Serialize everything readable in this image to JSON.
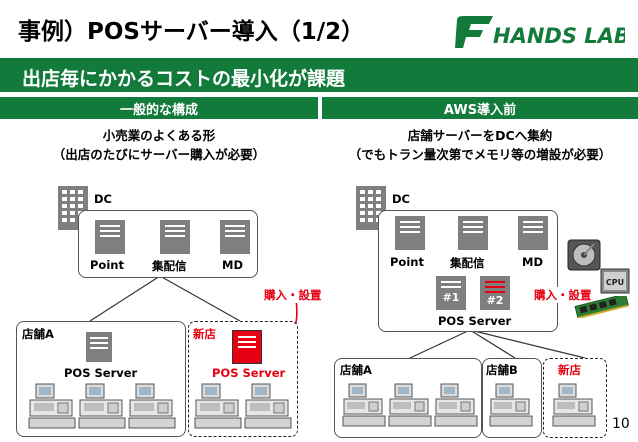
{
  "title": "事例）POSサーバー導入（1/2）",
  "logo_text": "HANDS LAB",
  "subtitle": "出店毎にかかるコストの最小化が課題",
  "left": {
    "header": "一般的な構成",
    "desc_line1": "小売業のよくある形",
    "desc_line2": "（出店のたびにサーバー購入が必要）",
    "dc_label": "DC",
    "dc_servers": [
      "Point",
      "集配信",
      "MD"
    ],
    "store_a_label": "店舗A",
    "store_a_server": "POS Server",
    "new_store_label": "新店",
    "new_store_server": "POS Server",
    "purchase_label": "購入・設置"
  },
  "right": {
    "header": "AWS導入前",
    "desc_line1": "店舗サーバーをDCへ集約",
    "desc_line2": "（でもトラン量次第でメモリ等の増設が必要）",
    "dc_label": "DC",
    "dc_servers": [
      "Point",
      "集配信",
      "MD"
    ],
    "pos_units": [
      "#1",
      "#2"
    ],
    "pos_server_label": "POS Server",
    "purchase_label": "購入・設置",
    "store_a_label": "店舗A",
    "store_b_label": "店舗B",
    "new_store_label": "新店",
    "cpu_label": "CPU"
  },
  "page_number": "10",
  "colors": {
    "brand_green": "#127a3b",
    "accent_red": "#e60012",
    "server_gray": "#7f7f7f"
  }
}
